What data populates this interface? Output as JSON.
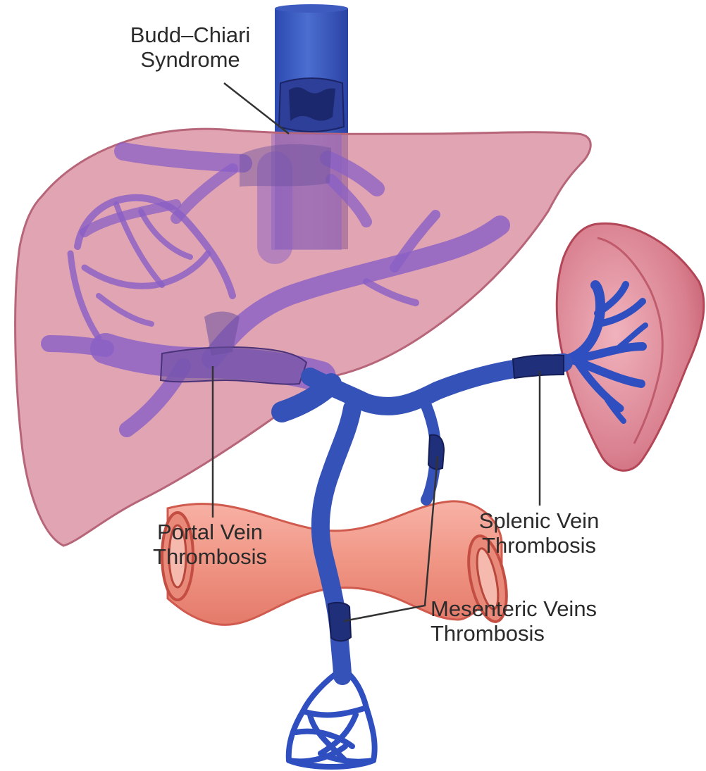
{
  "labels": {
    "budd_chiari": [
      "Budd–Chiari",
      "Syndrome"
    ],
    "portal": [
      "Portal Vein",
      "Thrombosis"
    ],
    "splenic": [
      "Splenic Vein",
      "Thrombosis"
    ],
    "mesenteric": [
      "Mesenteric Veins",
      "Thrombosis"
    ]
  },
  "colors": {
    "liver_fill": "#d98a9c",
    "liver_outline": "#b76578",
    "vein_blue": "#3b57b8",
    "vein_dark": "#1f2f7a",
    "clot": "#1a2466",
    "spleen_fill": "#d7707f",
    "spleen_edge": "#b24657",
    "intestine_fill": "#f29a8c",
    "intestine_edge": "#d05a4d",
    "leader_line": "#333333"
  }
}
